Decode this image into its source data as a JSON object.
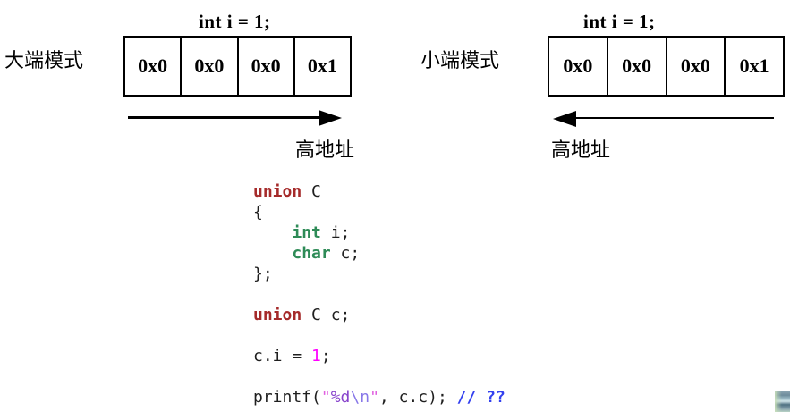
{
  "diagram_left": {
    "title": "int i = 1;",
    "label": "大端模式",
    "cells": [
      "0x0",
      "0x0",
      "0x0",
      "0x1"
    ],
    "address_label": "高地址",
    "arrow_direction": "right"
  },
  "diagram_right": {
    "title": "int i = 1;",
    "label": "小端模式",
    "cells": [
      "0x0",
      "0x0",
      "0x0",
      "0x1"
    ],
    "address_label": "高地址",
    "arrow_direction": "left"
  },
  "code": {
    "lines": [
      [
        {
          "c": "kws",
          "t": "union"
        },
        {
          "c": "pln",
          "t": " C"
        }
      ],
      [
        {
          "c": "pln",
          "t": "{"
        }
      ],
      [
        {
          "c": "pln",
          "t": "    "
        },
        {
          "c": "kwt",
          "t": "int"
        },
        {
          "c": "pln",
          "t": " i;"
        }
      ],
      [
        {
          "c": "pln",
          "t": "    "
        },
        {
          "c": "kwt",
          "t": "char"
        },
        {
          "c": "pln",
          "t": " c;"
        }
      ],
      [
        {
          "c": "pln",
          "t": "};"
        }
      ],
      [],
      [
        {
          "c": "kws",
          "t": "union"
        },
        {
          "c": "pln",
          "t": " C c;"
        }
      ],
      [],
      [
        {
          "c": "pln",
          "t": "c.i = "
        },
        {
          "c": "num",
          "t": "1"
        },
        {
          "c": "pln",
          "t": ";"
        }
      ],
      [],
      [
        {
          "c": "pln",
          "t": "printf("
        },
        {
          "c": "sq",
          "t": "\""
        },
        {
          "c": "sf",
          "t": "%d"
        },
        {
          "c": "se",
          "t": "\\n"
        },
        {
          "c": "sq",
          "t": "\""
        },
        {
          "c": "pln",
          "t": ", c.c); "
        },
        {
          "c": "cmt",
          "t": "// ??"
        }
      ]
    ]
  },
  "colors": {
    "keyword_struct": "#A52A2A",
    "keyword_type": "#2E8B57",
    "number": "#FF00FF",
    "string_quote": "#E060E0",
    "format_specifier": "#8844CC",
    "escape_sequence": "#8878E8",
    "comment": "#3340EF",
    "diagram_ink": "#000000"
  }
}
